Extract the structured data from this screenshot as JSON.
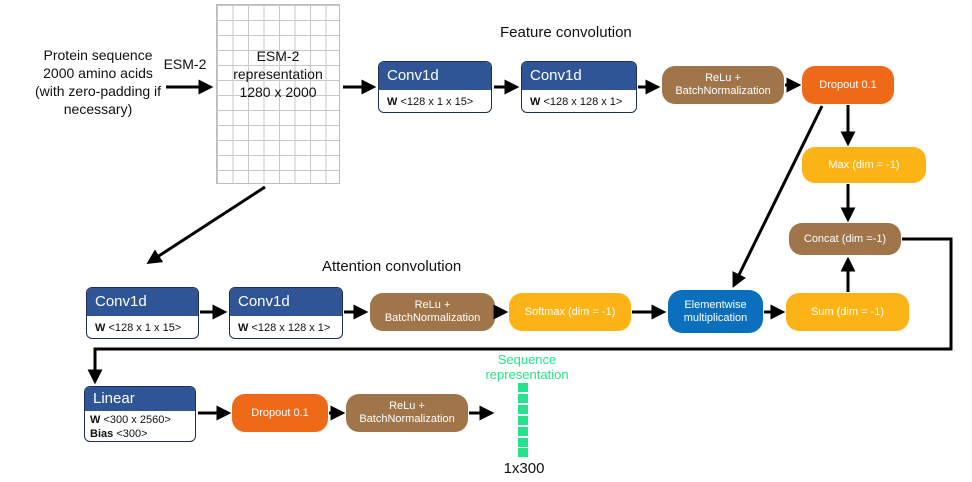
{
  "input": {
    "label_line1": "Protein sequence",
    "label_line2": "2000 amino acids",
    "label_line3": "(with zero-padding if",
    "label_line4": "necessary)",
    "esm_arrow_label": "ESM-2"
  },
  "representation": {
    "line1": "ESM-2",
    "line2": "representation",
    "line3": "1280 x 2000"
  },
  "sections": {
    "feature": "Feature convolution",
    "attention": "Attention convolution"
  },
  "feature_branch": {
    "conv1": {
      "title": "Conv1d",
      "w_label": "W",
      "w_value": "<128 x 1 x 15>"
    },
    "conv2": {
      "title": "Conv1d",
      "w_label": "W",
      "w_value": "<128 x 128 x 1>"
    },
    "relu_bn": {
      "line1": "ReLu +",
      "line2": "BatchNormalization"
    },
    "dropout": "Dropout 0.1",
    "max": "Max (dim = -1)",
    "concat": "Concat (dim =-1)"
  },
  "attention_branch": {
    "conv1": {
      "title": "Conv1d",
      "w_label": "W",
      "w_value": "<128 x 1 x 15>"
    },
    "conv2": {
      "title": "Conv1d",
      "w_label": "W",
      "w_value": "<128 x 128 x 1>"
    },
    "relu_bn": {
      "line1": "ReLu +",
      "line2": "BatchNormalization"
    },
    "softmax": "Softmax (dim = -1)",
    "elementwise": {
      "line1": "Elementwise",
      "line2": "multiplication"
    },
    "sum": "Sum (dim = -1)"
  },
  "output_branch": {
    "linear": {
      "title": "Linear",
      "w_label": "W",
      "w_value": "<300 x 2560>",
      "bias_label": "Bias",
      "bias_value": "<300>"
    },
    "dropout": "Dropout 0.1",
    "relu_bn": {
      "line1": "ReLu +",
      "line2": "BatchNormalization"
    },
    "seq_rep_line1": "Sequence",
    "seq_rep_line2": "representation",
    "seq_size": "1x300"
  },
  "colors": {
    "conv_header": "#2f5597",
    "brown": "#a0754a",
    "orange": "#ee6a18",
    "yellow": "#fbb316",
    "blue": "#0a70bd",
    "green": "#25e38c"
  }
}
